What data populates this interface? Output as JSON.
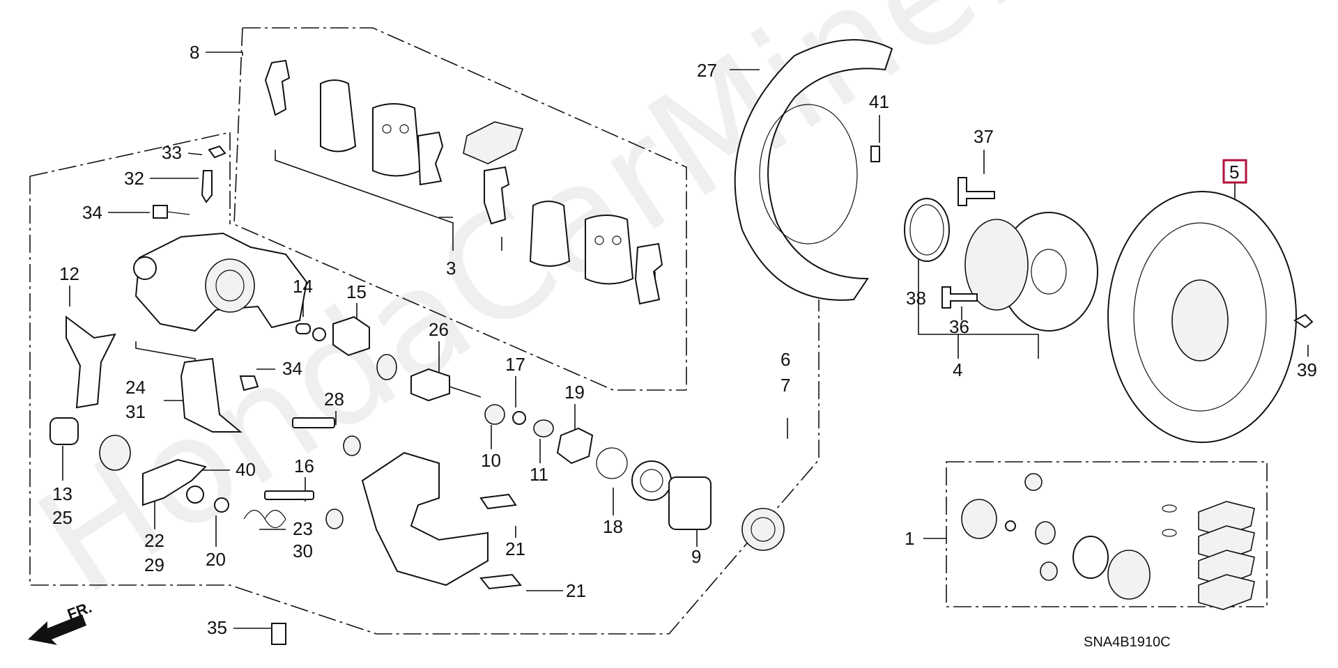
{
  "watermark": "HondaCarMine.ru",
  "diagram_code": "SNA4B1910C",
  "direction_label": "FR.",
  "highlight_color": "#b0103a",
  "callouts": {
    "c1": "1",
    "c3": "3",
    "c4": "4",
    "c5": "5",
    "c6": "6",
    "c7": "7",
    "c8": "8",
    "c9": "9",
    "c10": "10",
    "c11": "11",
    "c12": "12",
    "c13": "13",
    "c14": "14",
    "c15": "15",
    "c16": "16",
    "c17": "17",
    "c18": "18",
    "c19": "19",
    "c20": "20",
    "c21a": "21",
    "c21b": "21",
    "c22": "22",
    "c23": "23",
    "c24": "24",
    "c25": "25",
    "c26": "26",
    "c27": "27",
    "c28": "28",
    "c29": "29",
    "c30": "30",
    "c31": "31",
    "c32": "32",
    "c33": "33",
    "c34a": "34",
    "c34b": "34",
    "c35": "35",
    "c36": "36",
    "c37": "37",
    "c38": "38",
    "c39": "39",
    "c40": "40",
    "c41": "41"
  }
}
